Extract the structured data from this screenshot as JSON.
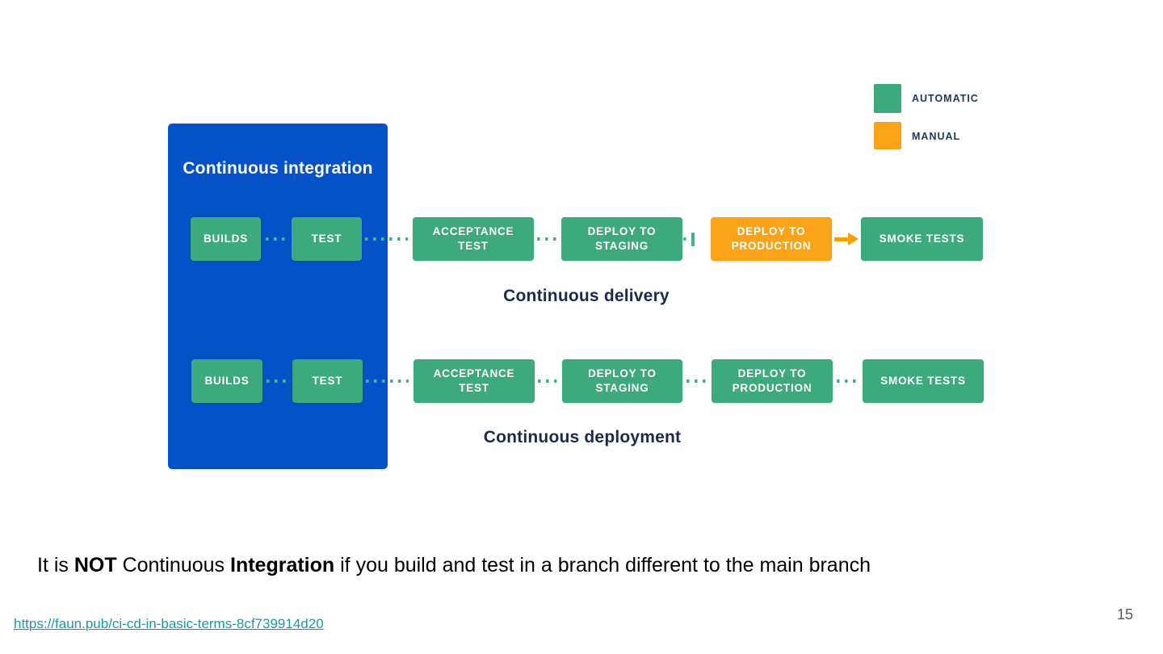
{
  "colors": {
    "automatic_green": "#3FA97E",
    "manual_orange": "#FBA318",
    "panel_blue": "#0551C8",
    "label_navy": "#253858",
    "link_teal": "#1899A8",
    "page_number_gray": "#595959",
    "arrow_orange": "#F5A100"
  },
  "legend": {
    "items": [
      {
        "label": "AUTOMATIC",
        "color": "#3FA97E",
        "swatch_icon": "green-square"
      },
      {
        "label": "MANUAL",
        "color": "#FBA318",
        "swatch_icon": "orange-square"
      }
    ]
  },
  "diagram": {
    "panel_title": "Continuous integration",
    "rows": [
      {
        "caption": "Continuous delivery",
        "steps": [
          {
            "label": "BUILDS",
            "type": "automatic"
          },
          {
            "label": "TEST",
            "type": "automatic"
          },
          {
            "label": "ACCEPTANCE TEST",
            "type": "automatic"
          },
          {
            "label": "DEPLOY TO STAGING",
            "type": "automatic"
          },
          {
            "label": "DEPLOY TO PRODUCTION",
            "type": "manual"
          },
          {
            "label": "SMOKE TESTS",
            "type": "automatic"
          }
        ],
        "connector_note": "manual pause bar between DEPLOY TO STAGING and DEPLOY TO PRODUCTION, orange arrow into SMOKE TESTS"
      },
      {
        "caption": "Continuous deployment",
        "steps": [
          {
            "label": "BUILDS",
            "type": "automatic"
          },
          {
            "label": "TEST",
            "type": "automatic"
          },
          {
            "label": "ACCEPTANCE TEST",
            "type": "automatic"
          },
          {
            "label": "DEPLOY TO STAGING",
            "type": "automatic"
          },
          {
            "label": "DEPLOY TO PRODUCTION",
            "type": "automatic"
          },
          {
            "label": "SMOKE TESTS",
            "type": "automatic"
          }
        ],
        "connector_note": "all automatic dotted connectors"
      }
    ]
  },
  "statement": {
    "parts": [
      {
        "text": "It is ",
        "bold": false
      },
      {
        "text": "NOT",
        "bold": true
      },
      {
        "text": " Continuous ",
        "bold": false
      },
      {
        "text": "Integration",
        "bold": true
      },
      {
        "text": " if you build and test in a branch different to the main branch",
        "bold": false
      }
    ]
  },
  "footer": {
    "link_text": "https://faun.pub/ci-cd-in-basic-terms-8cf739914d20",
    "link_url": "https://faun.pub/ci-cd-in-basic-terms-8cf739914d20",
    "page_number": "15"
  }
}
